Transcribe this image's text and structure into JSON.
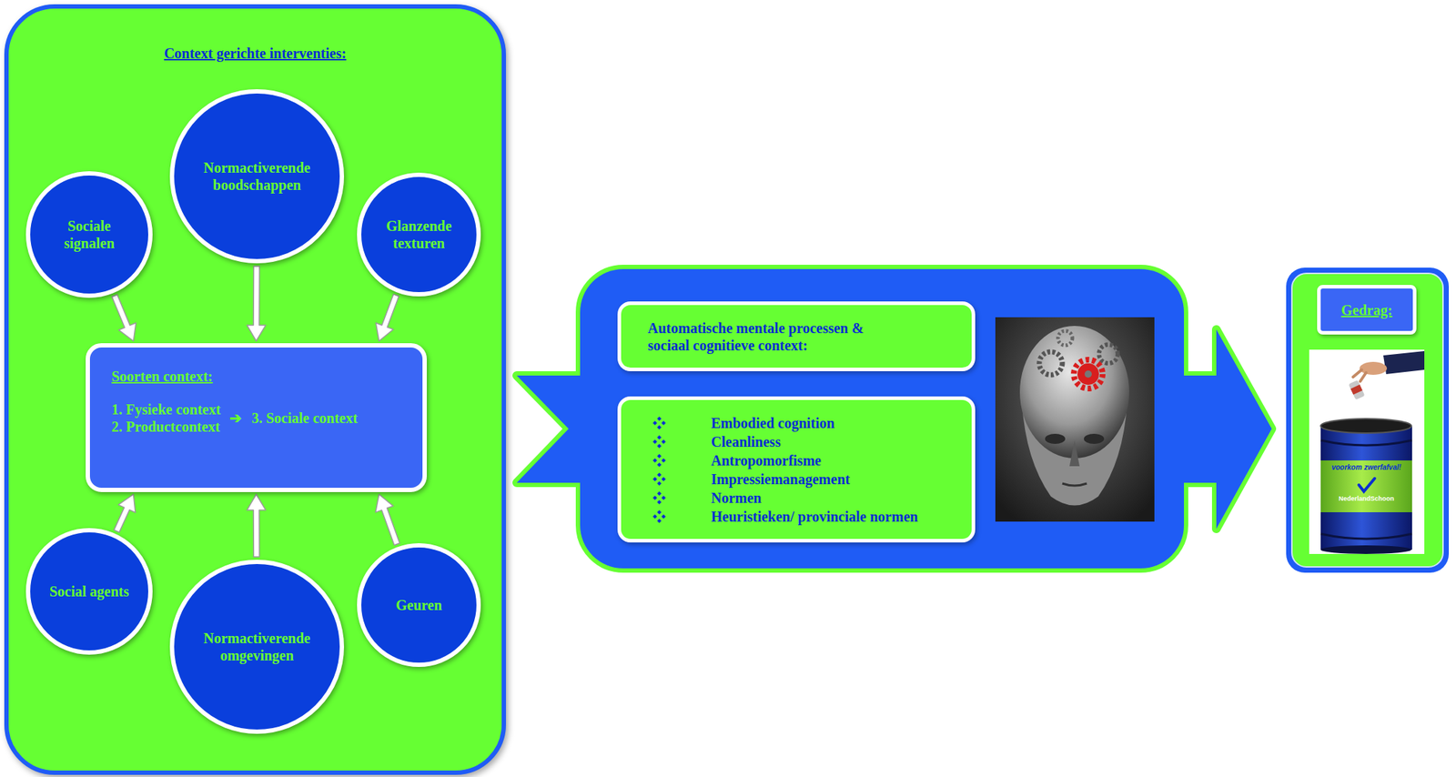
{
  "diagram": {
    "nodes": [
      {
        "text": [
          "Context gerichte interventies:"
        ]
      },
      {
        "text": [
          "Sociale signalen"
        ],
        "in": 0
      },
      {
        "text": [
          "Normactiverende boodschappen"
        ],
        "in": 0
      },
      {
        "text": [
          "Glanzende texturen"
        ],
        "in": 0
      },
      {
        "text": [
          "Soorten context:",
          "1. Fysieke context",
          "2. Productcontext",
          "➔",
          "3. Sociale context"
        ],
        "in": 0
      },
      {
        "text": [
          "Social agents"
        ],
        "in": 0
      },
      {
        "text": [
          "Normactiverende omgevingen"
        ],
        "in": 0
      },
      {
        "text": [
          "Geuren"
        ],
        "in": 0
      },
      {
        "text": [
          "Automatische mentale processen & sociaal cognitieve context:"
        ]
      },
      {
        "text": [
          "Embodied cognition",
          "Cleanliness",
          "Antropomorfisme",
          "Impressiemanagement",
          "Normen",
          "Heuristieken/ provinciale normen"
        ]
      },
      {
        "text": [
          "Gedrag:"
        ]
      }
    ],
    "edges": [
      {
        "from": 1,
        "to": 4,
        "arrow": "to"
      },
      {
        "from": 2,
        "to": 4,
        "arrow": "to"
      },
      {
        "from": 3,
        "to": 4,
        "arrow": "to"
      },
      {
        "from": 5,
        "to": 4,
        "arrow": "to"
      },
      {
        "from": 6,
        "to": 4,
        "arrow": "to"
      },
      {
        "from": 7,
        "to": 4,
        "arrow": "to"
      }
    ],
    "labels": [
      "voorkom zwerfafval!",
      "NederlandSchoon"
    ]
  }
}
